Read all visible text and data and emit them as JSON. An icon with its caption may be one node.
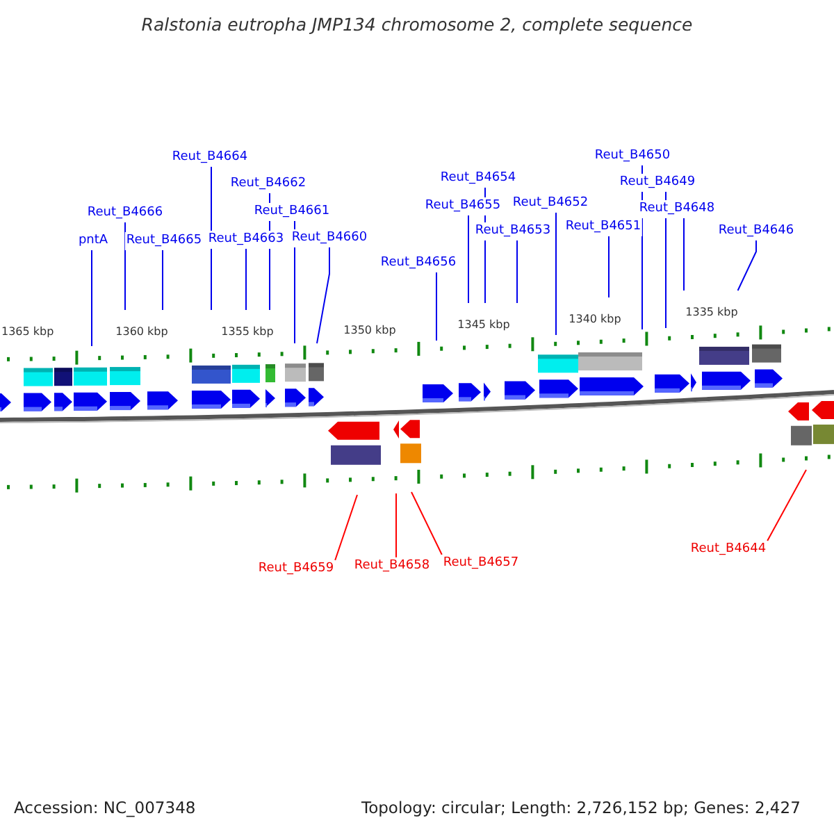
{
  "diagram": {
    "title": "Ralstonia eutropha JMP134 chromosome 2, complete sequence",
    "nodes": [
      {
        "text": [
          "pntA"
        ]
      },
      {
        "text": [
          "Reut_B4666"
        ]
      },
      {
        "text": [
          "Reut_B4665"
        ]
      },
      {
        "text": [
          "Reut_B4664"
        ]
      },
      {
        "text": [
          "Reut_B4663"
        ]
      },
      {
        "text": [
          "Reut_B4662"
        ]
      },
      {
        "text": [
          "Reut_B4661"
        ]
      },
      {
        "text": [
          "Reut_B4660"
        ]
      },
      {
        "text": [
          "Reut_B4656"
        ]
      },
      {
        "text": [
          "Reut_B4655"
        ]
      },
      {
        "text": [
          "Reut_B4654"
        ]
      },
      {
        "text": [
          "Reut_B4653"
        ]
      },
      {
        "text": [
          "Reut_B4652"
        ]
      },
      {
        "text": [
          "Reut_B4651"
        ]
      },
      {
        "text": [
          "Reut_B4650"
        ]
      },
      {
        "text": [
          "Reut_B4649"
        ]
      },
      {
        "text": [
          "Reut_B4648"
        ]
      },
      {
        "text": [
          "Reut_B4646"
        ]
      },
      {
        "text": [
          "Reut_B4659"
        ]
      },
      {
        "text": [
          "Reut_B4658"
        ]
      },
      {
        "text": [
          "Reut_B4657"
        ]
      },
      {
        "text": [
          "Reut_B4644"
        ]
      }
    ],
    "edges": [
      {
        "from": 0,
        "to": null,
        "arrow": "none"
      },
      {
        "from": 1,
        "to": null,
        "arrow": "none"
      },
      {
        "from": 2,
        "to": null,
        "arrow": "none"
      },
      {
        "from": 3,
        "to": null,
        "arrow": "none"
      },
      {
        "from": 4,
        "to": null,
        "arrow": "none"
      },
      {
        "from": 5,
        "to": null,
        "arrow": "none"
      },
      {
        "from": 6,
        "to": null,
        "arrow": "none"
      },
      {
        "from": 7,
        "to": null,
        "arrow": "none"
      },
      {
        "from": 8,
        "to": null,
        "arrow": "none"
      },
      {
        "from": 9,
        "to": null,
        "arrow": "none"
      },
      {
        "from": 10,
        "to": null,
        "arrow": "none"
      },
      {
        "from": 11,
        "to": null,
        "arrow": "none"
      },
      {
        "from": 12,
        "to": null,
        "arrow": "none"
      },
      {
        "from": 13,
        "to": null,
        "arrow": "none"
      },
      {
        "from": 14,
        "to": null,
        "arrow": "none"
      },
      {
        "from": 15,
        "to": null,
        "arrow": "none"
      },
      {
        "from": 16,
        "to": null,
        "arrow": "none"
      },
      {
        "from": 17,
        "to": null,
        "arrow": "none"
      },
      {
        "from": 18,
        "to": null,
        "arrow": "none",
        "color": "#ff0000"
      },
      {
        "from": 19,
        "to": null,
        "arrow": "none",
        "color": "#ff0000"
      },
      {
        "from": 20,
        "to": null,
        "arrow": "none",
        "color": "#ff0000"
      },
      {
        "from": 21,
        "to": null,
        "arrow": "none",
        "color": "#ff0000"
      }
    ],
    "labels": [
      "1365 kbp",
      "1360 kbp",
      "1355 kbp",
      "1350 kbp",
      "1345 kbp",
      "1340 kbp",
      "1335 kbp",
      "Accession: NC_007348",
      "Topology: circular; Length: 2,726,152 bp; Genes: 2,427"
    ]
  }
}
